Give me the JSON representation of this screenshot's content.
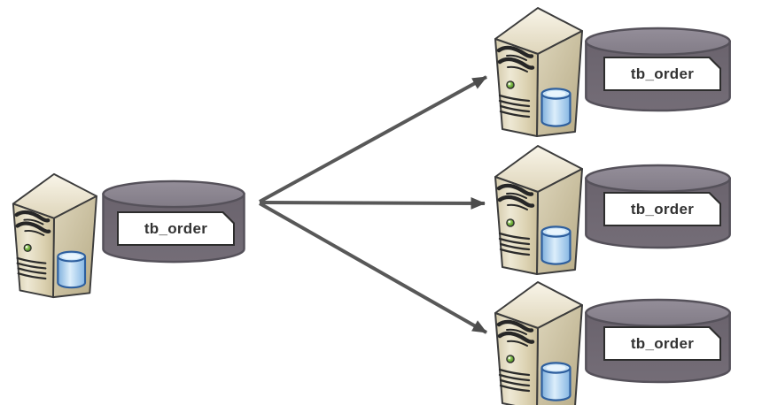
{
  "diagram": {
    "source": {
      "table_label": "tb_order"
    },
    "shards": [
      {
        "table_label": "tb_order"
      },
      {
        "table_label": "tb_order"
      },
      {
        "table_label": "tb_order"
      }
    ]
  },
  "icons": {
    "server": "server-tower-icon",
    "database": "database-cylinder-icon",
    "mini_database": "mini-database-icon",
    "arrow": "fan-out-arrow-icon"
  },
  "colors": {
    "background": "#ffffff",
    "cylinder_body": "#6d6670",
    "cylinder_top": "#8b8590",
    "server_front": "#ddd3b4",
    "server_top": "#f2ecdb",
    "server_side": "#c9bd9a",
    "mini_db_blue": "#9cc7ec",
    "arrow_gray": "#585858",
    "label_border": "#2d2d2d",
    "label_bg": "#ffffff",
    "label_text": "#333333"
  }
}
